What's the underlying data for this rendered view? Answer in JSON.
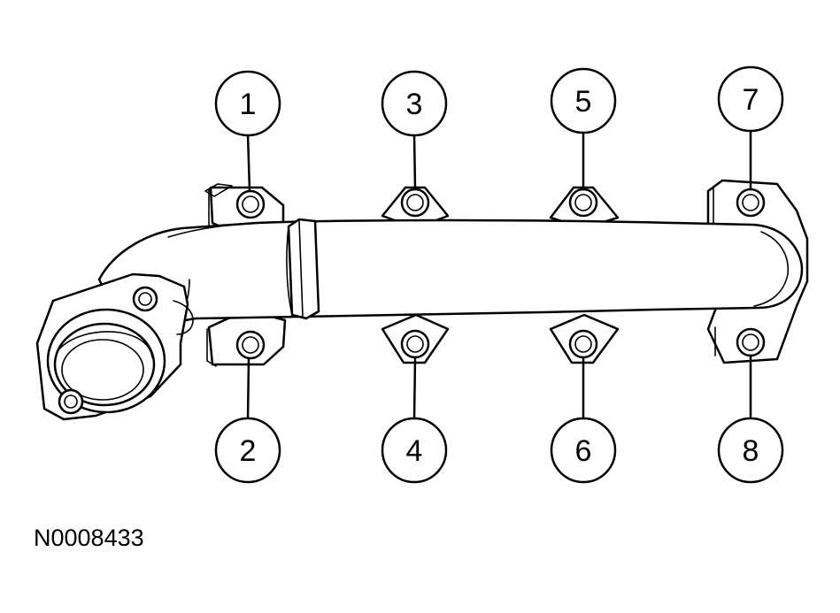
{
  "diagram": {
    "figure_id": "N0008433",
    "callouts": [
      "1",
      "2",
      "3",
      "4",
      "5",
      "6",
      "7",
      "8"
    ],
    "colors": {
      "ink": "#000000",
      "background": "#ffffff"
    }
  }
}
